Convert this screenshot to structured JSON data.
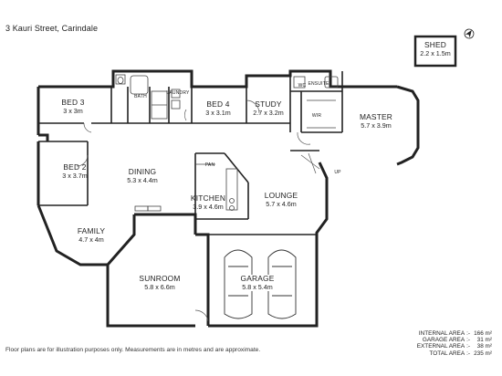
{
  "address": "3 Kauri Street, Carindale",
  "rooms": {
    "shed": {
      "name": "SHED",
      "dim": "2.2 x 1.5m"
    },
    "bed3": {
      "name": "BED 3",
      "dim": "3 x 3m"
    },
    "bed4": {
      "name": "BED 4",
      "dim": "3 x 3.1m"
    },
    "study": {
      "name": "STUDY",
      "dim": "2.7 x 3.2m"
    },
    "master": {
      "name": "MASTER",
      "dim": "5.7 x 3.9m"
    },
    "bed2": {
      "name": "BED 2",
      "dim": "3 x 3.7m"
    },
    "dining": {
      "name": "DINING",
      "dim": "5.3 x 4.4m"
    },
    "kitchen": {
      "name": "KITCHEN",
      "dim": "3.9 x 4.6m"
    },
    "lounge": {
      "name": "LOUNGE",
      "dim": "5.7 x 4.6m"
    },
    "family": {
      "name": "FAMILY",
      "dim": "4.7 x 4m"
    },
    "sunroom": {
      "name": "SUNROOM",
      "dim": "5.8 x 6.6m"
    },
    "garage": {
      "name": "GARAGE",
      "dim": "5.8 x 5.4m"
    }
  },
  "small_labels": {
    "bath": "BATH",
    "laundry": "LAUNDRY",
    "ensuite": "ENSUITE",
    "wir": "WIR",
    "wc": "WC",
    "pantry": "PAN",
    "up": "UP"
  },
  "disclaimer": "Floor plans are for illustration purposes only. Measurements are in metres and are approximate.",
  "areas": [
    {
      "name": "INTERNAL AREA",
      "sep": ":-",
      "value": "166 m²"
    },
    {
      "name": "GARAGE AREA",
      "sep": ":-",
      "value": "31 m²"
    },
    {
      "name": "EXTERNAL AREA",
      "sep": ":-",
      "value": "38 m²"
    },
    {
      "name": "TOTAL AREA",
      "sep": ":-",
      "value": "235 m²"
    }
  ],
  "colors": {
    "wall": "#222222",
    "line": "#444444",
    "background": "#ffffff"
  },
  "icons": [
    "compass-icon",
    "car-icon"
  ]
}
